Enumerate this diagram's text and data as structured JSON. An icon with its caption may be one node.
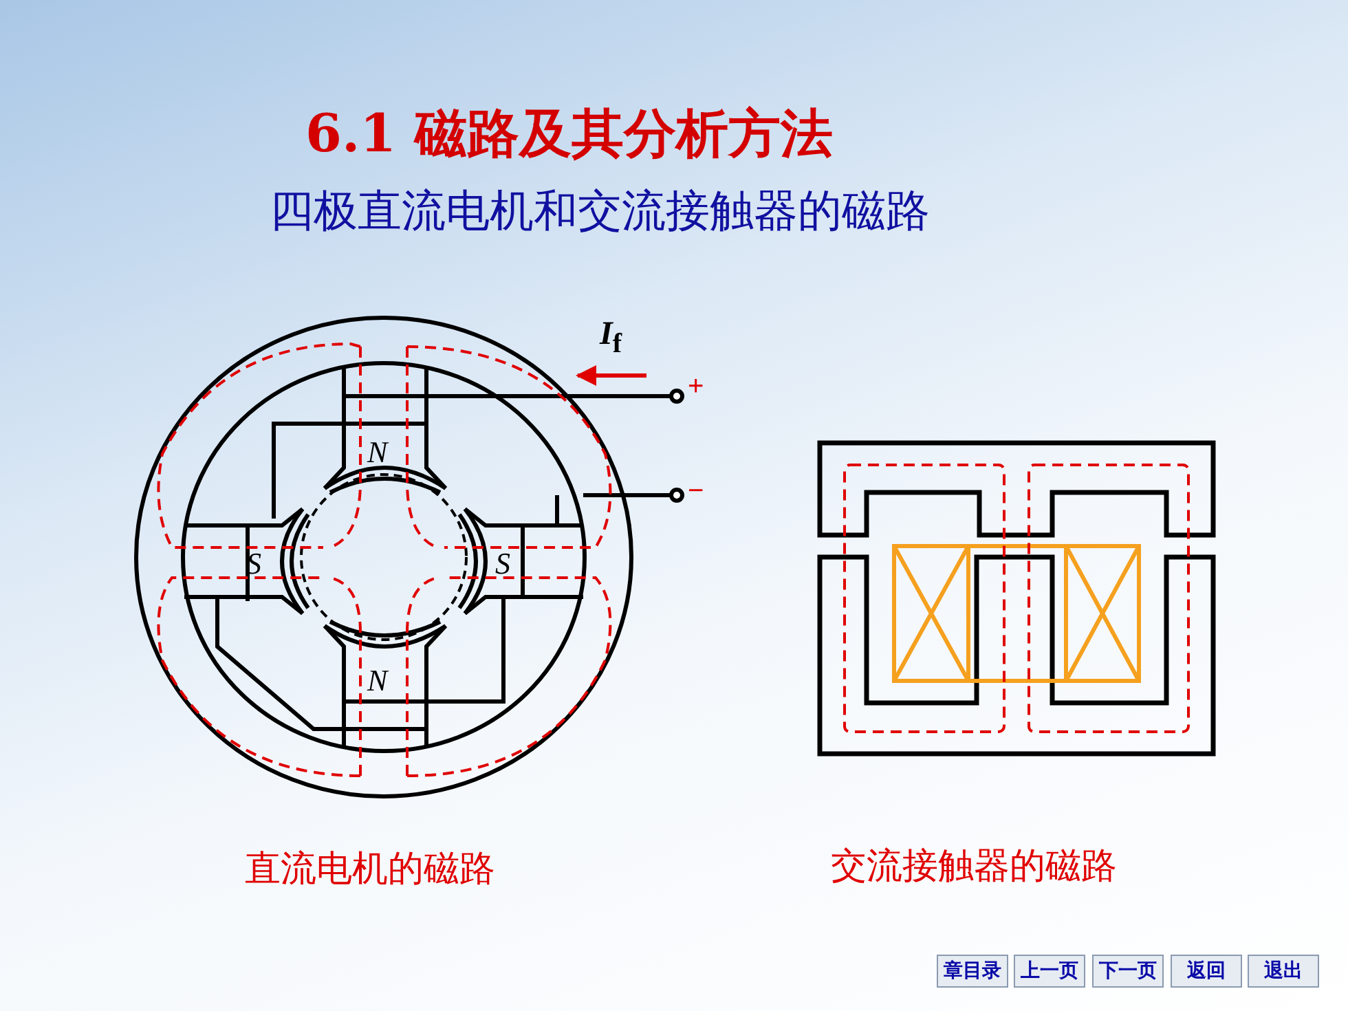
{
  "diagram": {
    "title": "6.1 磁路及其分析方法",
    "labels": [
      "四极直流电机和交流接触器的磁路",
      "*I*$_{f}$",
      "+",
      "−",
      "N",
      "S",
      "S",
      "N",
      "直流电机的磁路",
      "交流接触器的磁路",
      "章目录",
      "上一页",
      "下一页",
      "返回",
      "退出"
    ]
  }
}
